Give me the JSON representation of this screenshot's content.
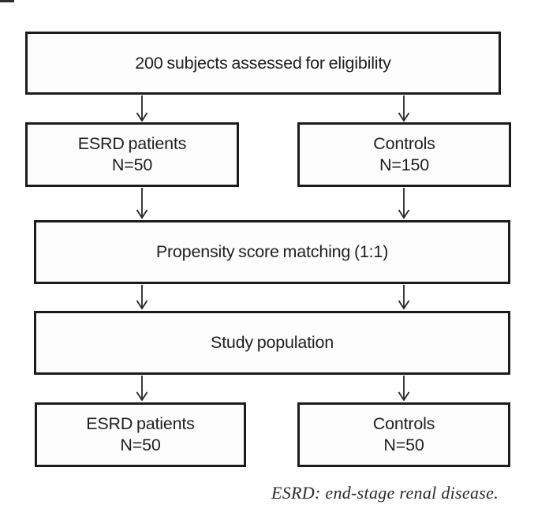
{
  "colors": {
    "border": "#1b1b1b",
    "text": "#1f1f1f",
    "background": "#fefefe"
  },
  "flowchart": {
    "nodes": [
      {
        "id": "eligibility",
        "lines": [
          "200 subjects assessed for eligibility"
        ]
      },
      {
        "id": "esrd-initial",
        "lines": [
          "ESRD patients",
          "N=50"
        ]
      },
      {
        "id": "controls-initial",
        "lines": [
          "Controls",
          "N=150"
        ]
      },
      {
        "id": "matching",
        "lines": [
          "Propensity score matching (1:1)"
        ]
      },
      {
        "id": "study-population",
        "lines": [
          "Study population"
        ]
      },
      {
        "id": "esrd-matched",
        "lines": [
          "ESRD patients",
          "N=50"
        ]
      },
      {
        "id": "controls-matched",
        "lines": [
          "Controls",
          "N=50"
        ]
      }
    ],
    "footnote": "ESRD: end-stage renal disease."
  }
}
